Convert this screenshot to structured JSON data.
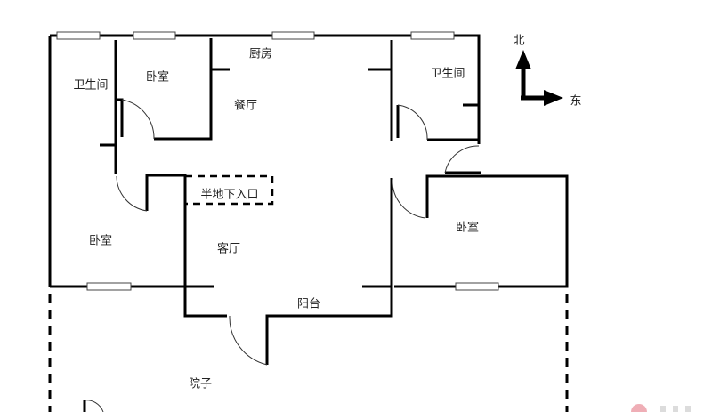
{
  "rooms": {
    "bathroom_west": "卫生间",
    "bedroom_north": "卧室",
    "kitchen": "厨房",
    "dining_room": "餐厅",
    "bathroom_east": "卫生间",
    "basement_entrance": "半地下入口",
    "bedroom_west": "卧室",
    "living_room": "客厅",
    "bedroom_east": "卧室",
    "balcony": "阳台",
    "courtyard": "院子"
  },
  "compass": {
    "north": "北",
    "east": "东"
  },
  "colors": {
    "wall": "#000000",
    "watermark": "#e06070"
  }
}
